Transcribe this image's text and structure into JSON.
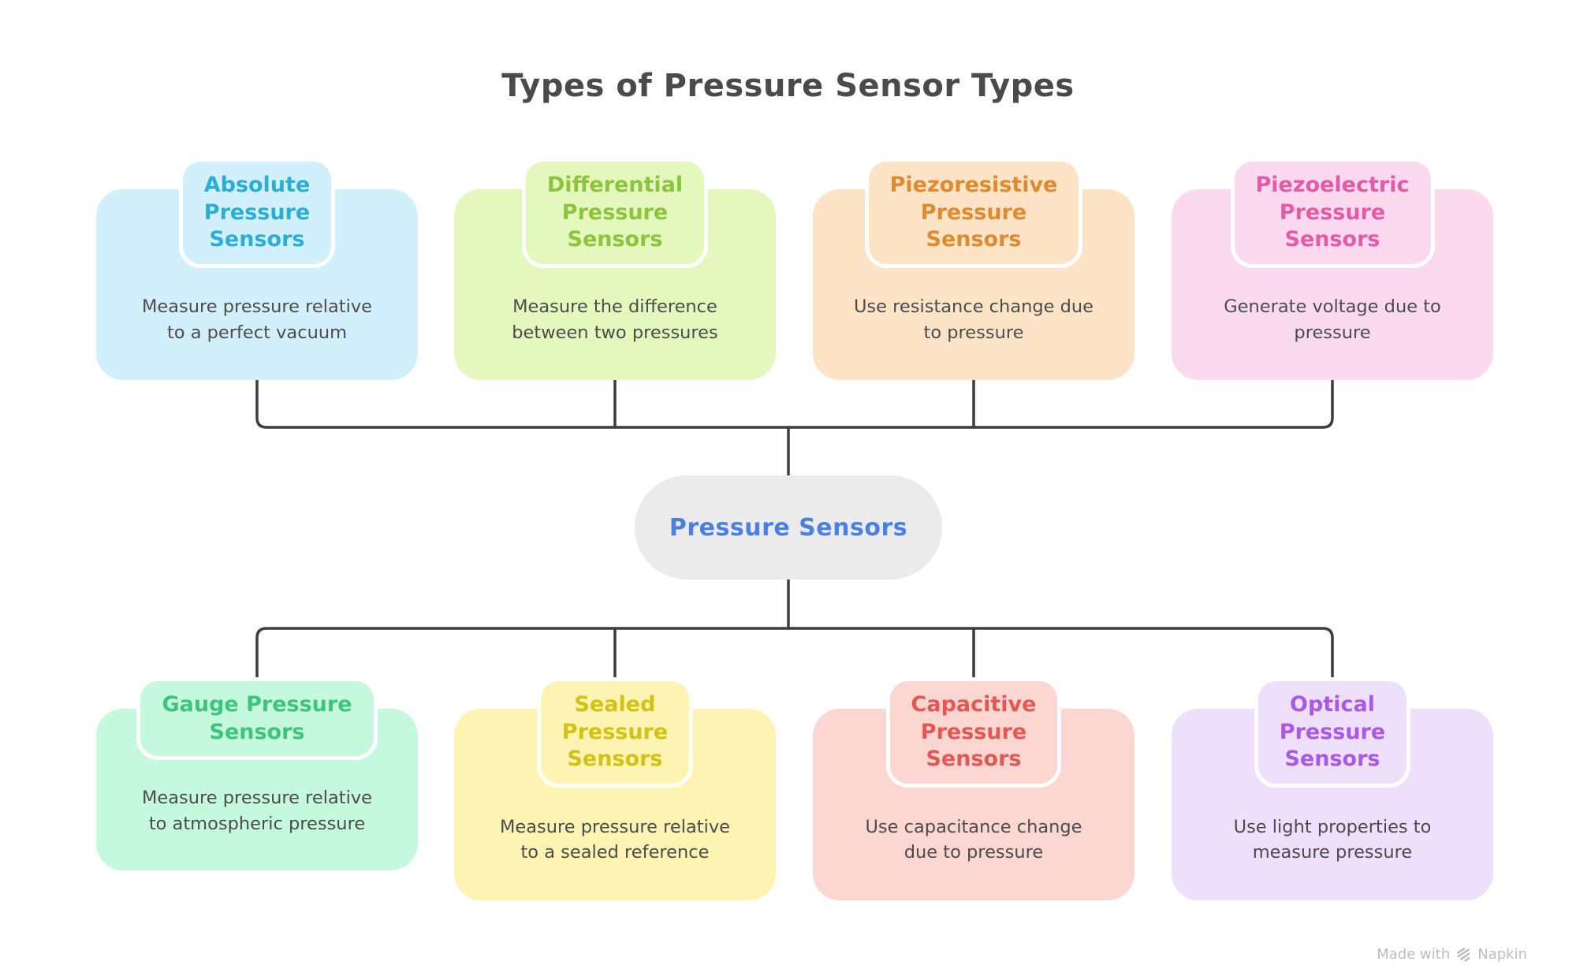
{
  "title": "Types of Pressure Sensor Types",
  "center_node": {
    "label": "Pressure Sensors",
    "fill": "#ebebeb",
    "text_color": "#4b7fe2"
  },
  "connector_color": "#3d3d3d",
  "cards": [
    {
      "id": "absolute",
      "title": "Absolute\nPressure\nSensors",
      "description": "Measure pressure relative\nto a perfect vacuum",
      "fill": "#d2f0fb",
      "title_color": "#2aaed8"
    },
    {
      "id": "differential",
      "title": "Differential\nPressure\nSensors",
      "description": "Measure the difference\nbetween two pressures",
      "fill": "#e4f7bd",
      "title_color": "#8cc43d"
    },
    {
      "id": "piezoresistive",
      "title": "Piezoresistive\nPressure\nSensors",
      "description": "Use resistance change due\nto pressure",
      "fill": "#fde4c7",
      "title_color": "#e08a30"
    },
    {
      "id": "piezoelectric",
      "title": "Piezoelectric\nPressure\nSensors",
      "description": "Generate voltage due to\npressure",
      "fill": "#fbd9ef",
      "title_color": "#e55aa6"
    },
    {
      "id": "gauge",
      "title": "Gauge Pressure\nSensors",
      "description": "Measure pressure relative\nto atmospheric pressure",
      "fill": "#c5f9dd",
      "title_color": "#3ec57b"
    },
    {
      "id": "sealed",
      "title": "Sealed\nPressure\nSensors",
      "description": "Measure pressure relative\nto a sealed reference",
      "fill": "#fdf3b3",
      "title_color": "#d3c214"
    },
    {
      "id": "capacitive",
      "title": "Capacitive\nPressure\nSensors",
      "description": "Use capacitance change\ndue to pressure",
      "fill": "#fcd7d2",
      "title_color": "#e45752"
    },
    {
      "id": "optical",
      "title": "Optical\nPressure\nSensors",
      "description": "Use light properties to\nmeasure pressure",
      "fill": "#eedffb",
      "title_color": "#a958e8"
    }
  ],
  "watermark": {
    "text_prefix": "Made with",
    "brand": "Napkin",
    "color": "#bdbdbd"
  }
}
